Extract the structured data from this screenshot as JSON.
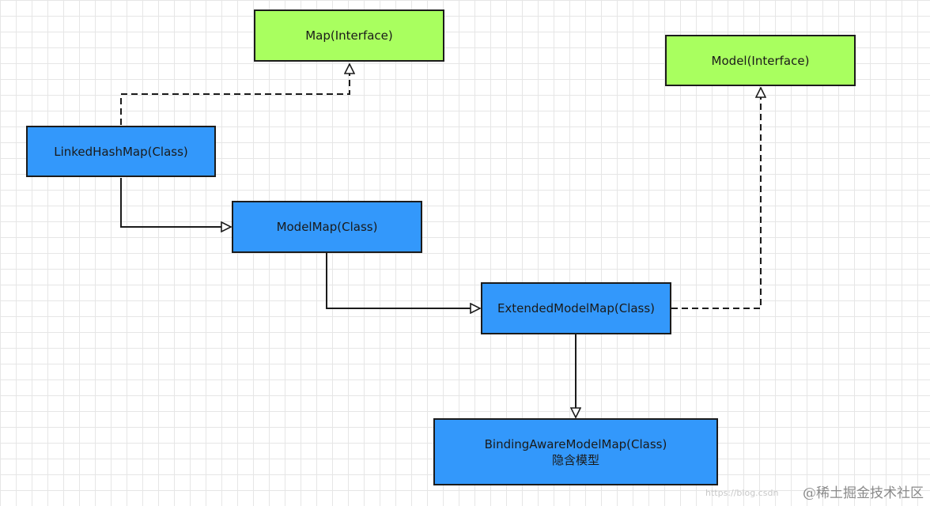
{
  "nodes": {
    "map_interface": "Map(Interface)",
    "model_interface": "Model(Interface)",
    "linked_hash_map": "LinkedHashMap(Class)",
    "model_map": "ModelMap(Class)",
    "extended_model_map": "ExtendedModelMap(Class)",
    "binding_aware_model_map": "BindingAwareModelMap(Class)",
    "binding_aware_note": "隐含模型"
  },
  "edges": [
    {
      "from": "LinkedHashMap(Class)",
      "to": "Map(Interface)",
      "style": "dashed",
      "relation": "implements"
    },
    {
      "from": "LinkedHashMap(Class)",
      "to": "ModelMap(Class)",
      "style": "solid",
      "relation": "extends"
    },
    {
      "from": "ModelMap(Class)",
      "to": "ExtendedModelMap(Class)",
      "style": "solid",
      "relation": "extends"
    },
    {
      "from": "ExtendedModelMap(Class)",
      "to": "Model(Interface)",
      "style": "dashed",
      "relation": "implements"
    },
    {
      "from": "ExtendedModelMap(Class)",
      "to": "BindingAwareModelMap(Class)",
      "style": "solid",
      "relation": "extends"
    }
  ],
  "colors": {
    "interface_fill": "#a9ff5f",
    "class_fill": "#3398fb",
    "stroke": "#1b1b1b",
    "grid": "#e6e6e6"
  },
  "watermark": {
    "faint": "https://blog.csdn",
    "text": "@稀土掘金技术社区"
  }
}
